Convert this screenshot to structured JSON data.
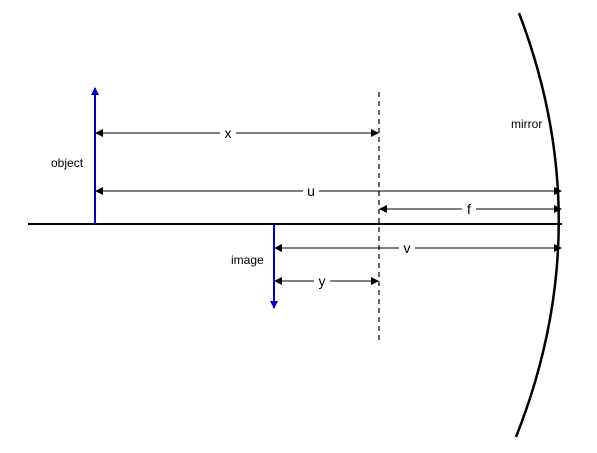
{
  "labels": {
    "object": "object",
    "image": "image",
    "mirror": "mirror",
    "x": "x",
    "u": "u",
    "f": "f",
    "v": "v",
    "y": "y"
  },
  "colors": {
    "rays": "#0000cc",
    "lines": "#000000"
  }
}
